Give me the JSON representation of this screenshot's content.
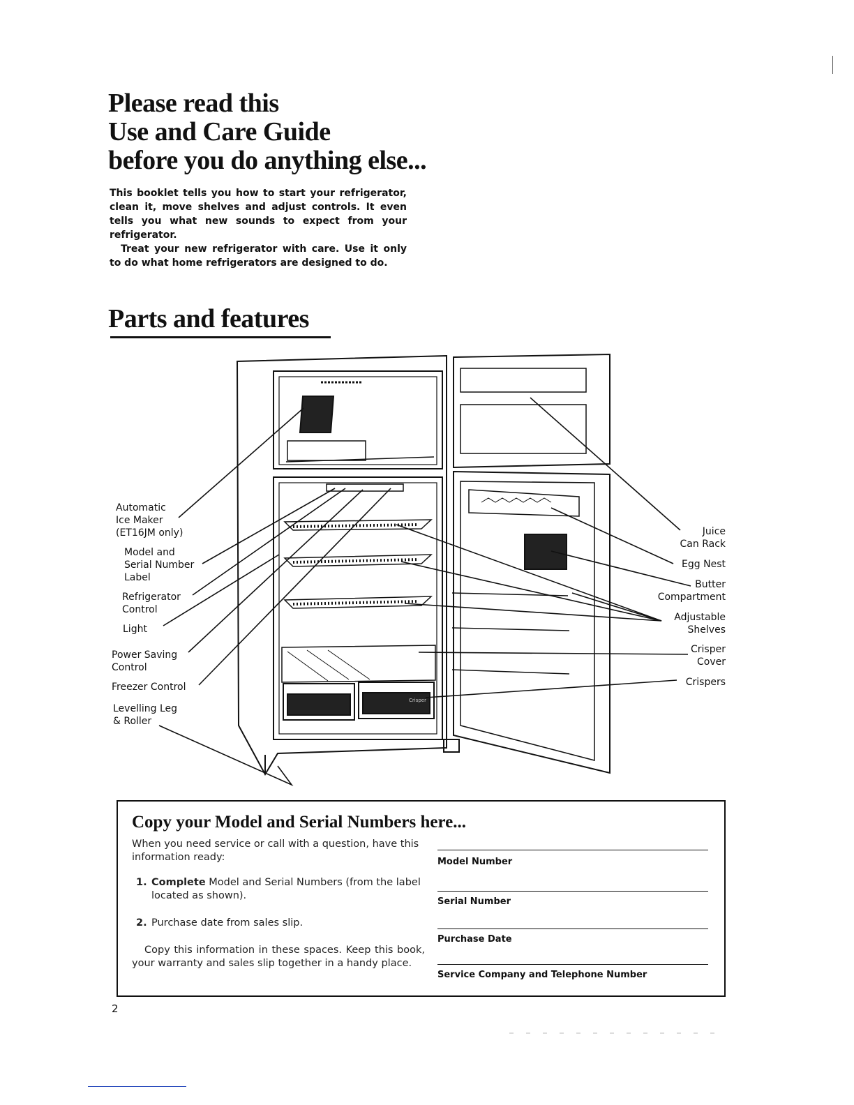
{
  "header": {
    "headline_lines": [
      "Please read this",
      "Use and Care Guide",
      "before you do anything else..."
    ]
  },
  "intro": {
    "paragraph1": "This booklet tells you how to start your refrigerator, clean it, move shelves and adjust controls. It even tells you what new sounds to expect from your refrigerator.",
    "paragraph2": "Treat your new refrigerator with care. Use it only to do what home refrigerators are designed to do."
  },
  "parts": {
    "title": "Parts and features",
    "left_labels": [
      "Automatic\nIce Maker\n(ET16JM only)",
      "Model and\nSerial Number\nLabel",
      "Refrigerator\nControl",
      "Light",
      "Power Saving\nControl",
      "Freezer Control",
      "Levelling Leg\n& Roller"
    ],
    "right_labels": [
      "Juice\nCan Rack",
      "Egg Nest",
      "Butter\nCompartment",
      "Adjustable\nShelves",
      "Crisper\nCover",
      "Crispers"
    ],
    "diagram_text": {
      "crisper_label": "Crisper"
    }
  },
  "copy_box": {
    "title": "Copy your Model and Serial Numbers here...",
    "intro": "When you need service or call with a question, have this information ready:",
    "steps": [
      {
        "number": "1.",
        "bold": "Complete",
        "text": " Model and Serial Numbers (from the label located as shown)."
      },
      {
        "number": "2.",
        "bold": "",
        "text": "Purchase date from sales slip."
      }
    ],
    "closing": "Copy this information in these spaces. Keep this book, your warranty and sales slip together in a handy place.",
    "fields": [
      "Model Number",
      "Serial Number",
      "Purchase Date",
      "Service Company and Telephone Number"
    ]
  },
  "footer": {
    "page_number": "2"
  }
}
